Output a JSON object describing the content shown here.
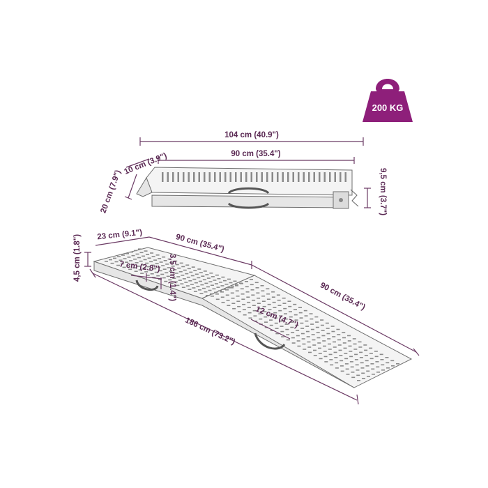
{
  "weight_badge": {
    "label": "200 KG",
    "color": "#8e1f7a"
  },
  "accent_color": "#6b3a64",
  "folded_view": {
    "overall_length": "104 cm (40.9\")",
    "section_length": "90 cm (35.4\")",
    "end_flap_length": "10 cm (3.9\")",
    "width": "20 cm (7.9\")",
    "height": "9,5 cm (3.7\")"
  },
  "unfolded_view": {
    "width": "23 cm (9.1\")",
    "section1_length": "90 cm (35.4\")",
    "section2_length": "90 cm (35.4\")",
    "total_length": "186 cm (73.2\")",
    "side_height": "4,5 cm (1.8\")",
    "handle_width": "7 cm (2.8\")",
    "handle_height": "3,5 cm (1.4\")",
    "handle2_width": "12 cm (4.7\")"
  }
}
